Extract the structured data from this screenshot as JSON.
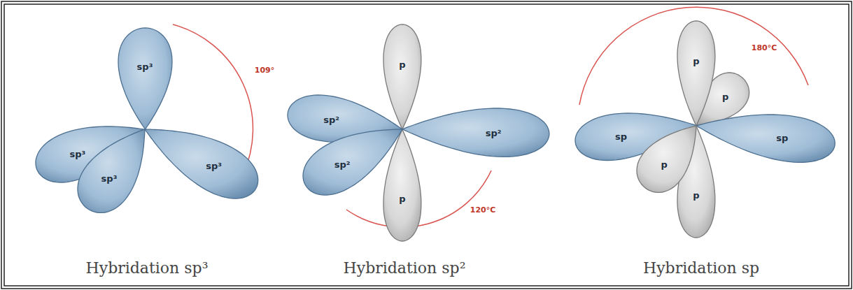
{
  "diagram": {
    "nodes": [
      {
        "text": [
          "sp³"
        ]
      },
      {
        "text": [
          "sp³"
        ]
      },
      {
        "text": [
          "sp³"
        ]
      },
      {
        "text": [
          "sp³"
        ]
      },
      {
        "text": [
          "p"
        ]
      },
      {
        "text": [
          "p"
        ]
      },
      {
        "text": [
          "sp²"
        ]
      },
      {
        "text": [
          "sp²"
        ]
      },
      {
        "text": [
          "sp²"
        ]
      },
      {
        "text": [
          "p"
        ]
      },
      {
        "text": [
          "p"
        ]
      },
      {
        "text": [
          "p"
        ]
      },
      {
        "text": [
          "sp"
        ]
      },
      {
        "text": [
          "sp"
        ]
      },
      {
        "text": [
          "p"
        ]
      }
    ],
    "labels": [
      "109°",
      "120°C",
      "180°C",
      "Hybridation sp³",
      "Hybridation sp²",
      "Hybridation sp"
    ]
  }
}
